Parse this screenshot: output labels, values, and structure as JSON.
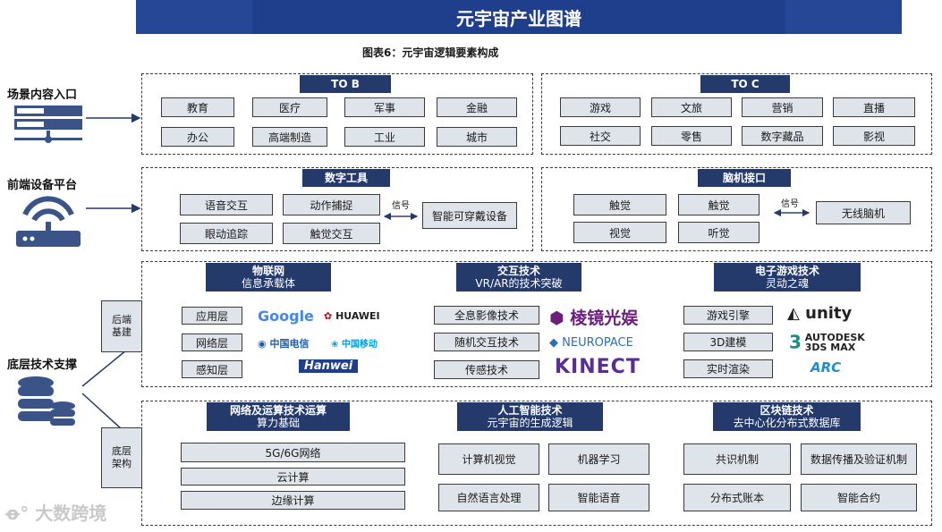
{
  "page_title": "元宇宙产业图谱",
  "figure_caption": "图表6：元宇宙逻辑要素构成",
  "left_labels": {
    "scene": "场景内容入口",
    "frontend": "前端设备平台",
    "bottom": "底层技术支撑"
  },
  "side_tags": {
    "backend": "后端\n基建",
    "base": "底层\n架构"
  },
  "to_b": {
    "header": "TO B",
    "items": [
      "教育",
      "医疗",
      "军事",
      "金融",
      "办公",
      "高端制造",
      "工业",
      "城市"
    ]
  },
  "to_c": {
    "header": "TO C",
    "items": [
      "游戏",
      "文旅",
      "营销",
      "直播",
      "社交",
      "零售",
      "数字藏品",
      "影视"
    ]
  },
  "digital_tools": {
    "header": "数字工具",
    "items": [
      "语音交互",
      "动作捕捉",
      "眼动追踪",
      "触觉交互"
    ],
    "signal": "信号",
    "wearable": "智能可穿戴设备"
  },
  "bci": {
    "header": "脑机接口",
    "items": [
      "触觉",
      "触觉",
      "视觉",
      "听觉"
    ],
    "signal": "信号",
    "wireless": "无线脑机"
  },
  "iot": {
    "header_line1": "物联网",
    "header_line2": "信息承载体",
    "layers": [
      "应用层",
      "网络层",
      "感知层"
    ],
    "logos": [
      "Google",
      "HUAWEI",
      "中国电信",
      "中国移动",
      "Hanwei"
    ]
  },
  "interaction": {
    "header_line1": "交互技术",
    "header_line2": "VR/AR的技术突破",
    "items": [
      "全息影像技术",
      "随机交互技术",
      "传感技术"
    ],
    "logos": [
      "棱镜光娱",
      "NEUROPACE",
      "KINECT"
    ]
  },
  "game_tech": {
    "header_line1": "电子游戏技术",
    "header_line2": "灵动之魂",
    "items": [
      "游戏引擎",
      "3D建模",
      "实时渲染"
    ],
    "logos": [
      "unity",
      "AUTODESK 3DS MAX",
      "ARC"
    ]
  },
  "network": {
    "header_line1": "网络及运算技术运算",
    "header_line2": "算力基础",
    "items": [
      "5G/6G网络",
      "云计算",
      "边缘计算"
    ]
  },
  "ai": {
    "header_line1": "人工智能技术",
    "header_line2": "元宇宙的生成逻辑",
    "items": [
      "计算机视觉",
      "机器学习",
      "自然语言处理",
      "智能语音"
    ]
  },
  "blockchain": {
    "header_line1": "区块链技术",
    "header_line2": "去中心化分布式数据库",
    "items": [
      "共识机制",
      "数据传播及验证机制",
      "分布式账本",
      "智能合约"
    ]
  },
  "watermark": "大数跨境",
  "colors": {
    "banner": "#1f3f8c",
    "header": "#243a6b",
    "box": "#dfe3ea",
    "icon": "#3a5488"
  }
}
